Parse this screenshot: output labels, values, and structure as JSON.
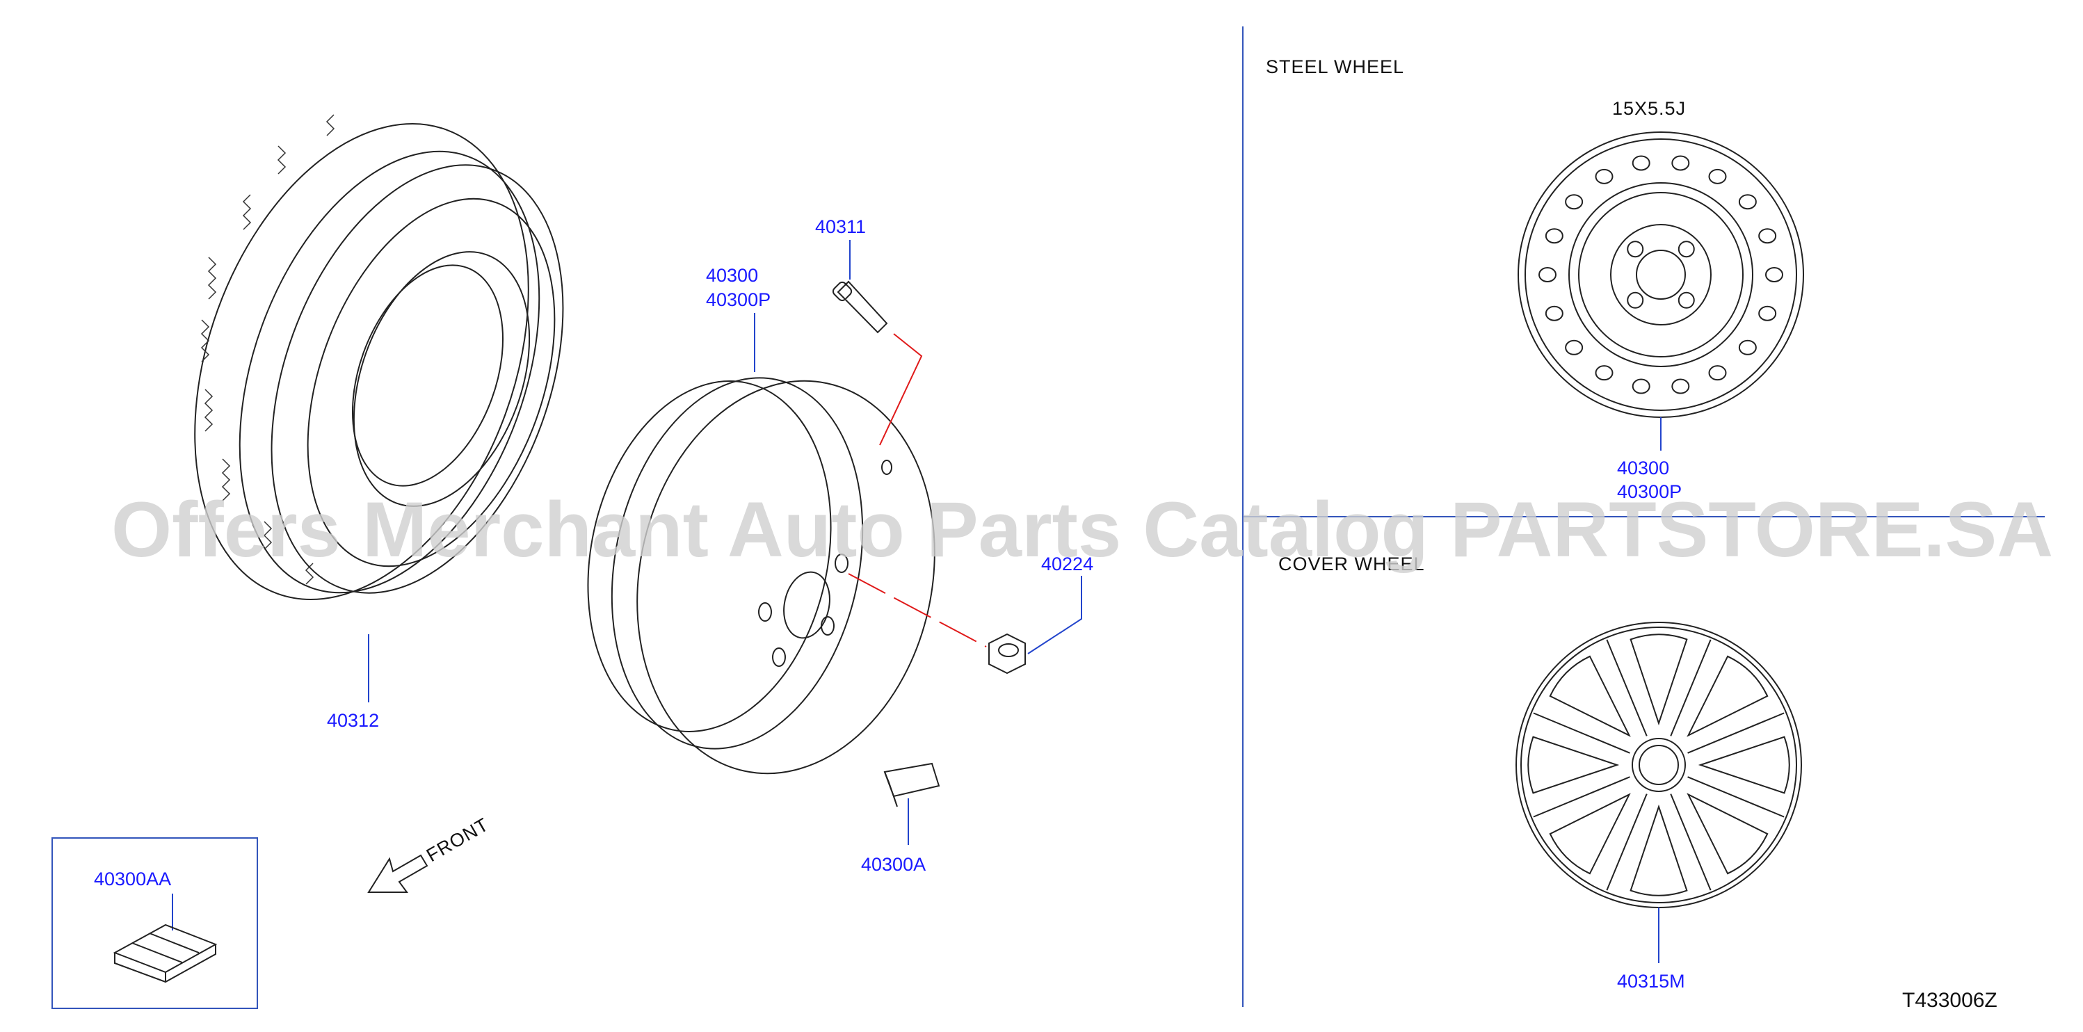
{
  "watermark": "Offers Merchant Auto Parts Catalog PARTSTORE.SA",
  "diagram_code": "T433006Z",
  "sections": {
    "steel_wheel": {
      "title": "STEEL   WHEEL",
      "size": "15X5.5J",
      "part_line1": "40300",
      "part_line2": "40300P"
    },
    "cover_wheel": {
      "title": "COVER  WHEEL",
      "part": "40315M"
    }
  },
  "parts": {
    "tire": "40312",
    "wheel_line1": "40300",
    "wheel_line2": "40300P",
    "valve": "40311",
    "nut": "40224",
    "weight": "40300A",
    "balance_weight": "40300AA"
  },
  "front_label": "FRONT",
  "colors": {
    "label": "#1a1aff",
    "leader": "#2244cc",
    "dash_line": "#e01a1a"
  }
}
